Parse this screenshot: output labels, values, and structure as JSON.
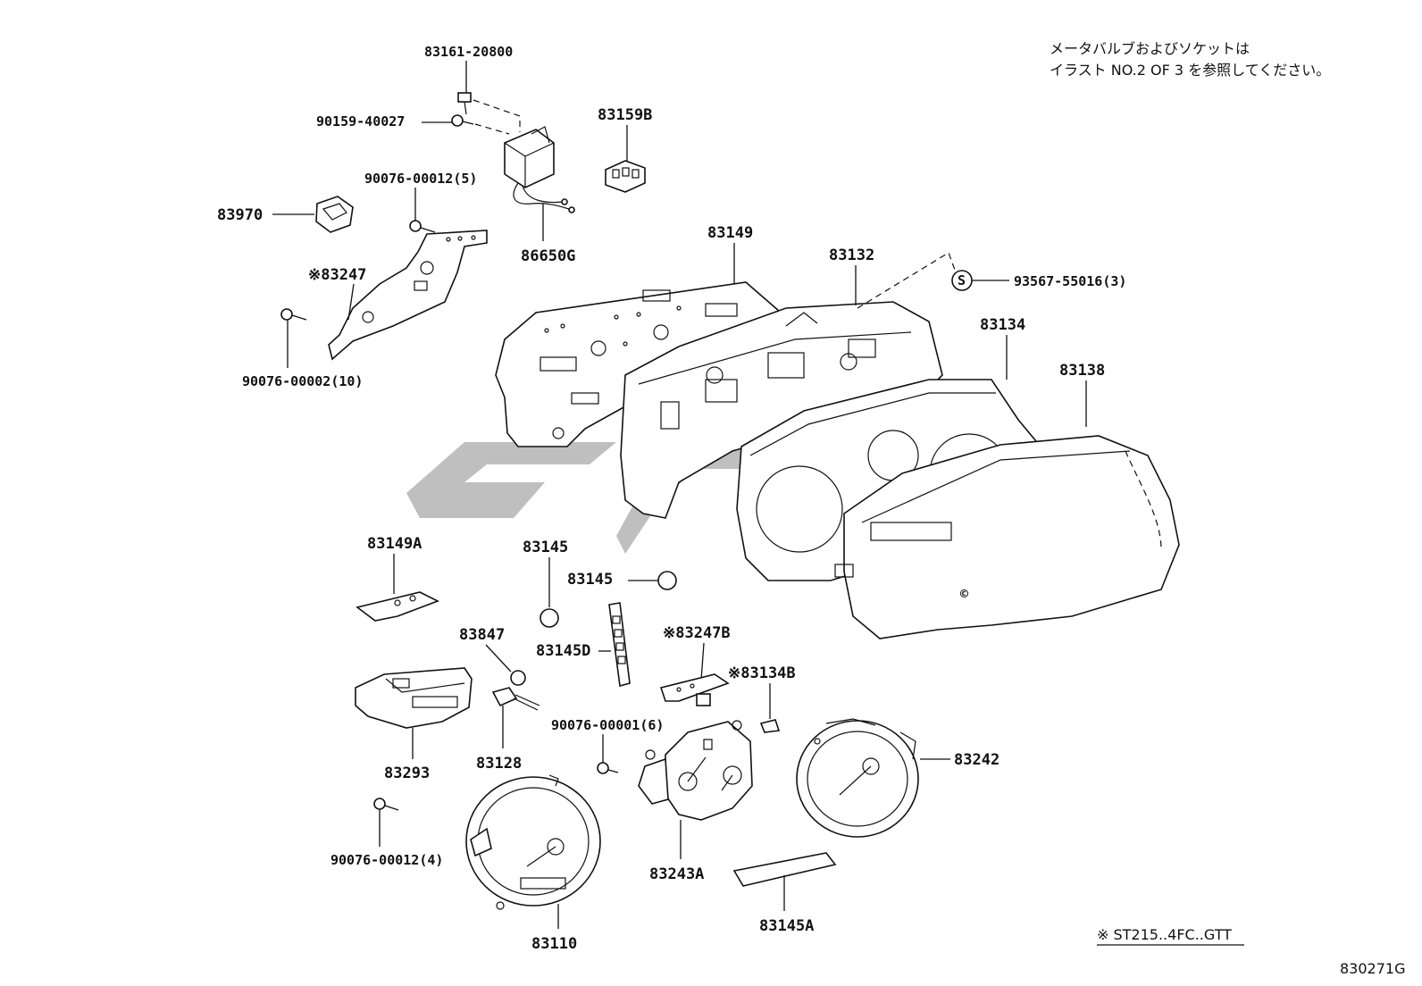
{
  "notes": {
    "jp_line1": "メータバルブおよびソケットは",
    "jp_line2": "イラスト NO.2 OF 3 を参照してください。",
    "footnote": "※ ST215..4FC..GTT",
    "diagram_code": "830271G"
  },
  "watermark": {
    "color": "#b4b4b4"
  },
  "parts": [
    {
      "id": "83161-20800",
      "label": "83161-20800"
    },
    {
      "id": "90159-40027",
      "label": "90159-40027"
    },
    {
      "id": "83159B",
      "label": "83159B"
    },
    {
      "id": "90076-00012-5",
      "label": "90076-00012(5)"
    },
    {
      "id": "83970",
      "label": "83970"
    },
    {
      "id": "86650G",
      "label": "86650G"
    },
    {
      "id": "83247",
      "label": "※83247"
    },
    {
      "id": "90076-00002",
      "label": "90076-00002(10)"
    },
    {
      "id": "83149",
      "label": "83149"
    },
    {
      "id": "83132",
      "label": "83132"
    },
    {
      "id": "93567-55016",
      "label": "93567-55016(3)"
    },
    {
      "id": "93567-symbol",
      "label": "S"
    },
    {
      "id": "83134",
      "label": "83134"
    },
    {
      "id": "83138",
      "label": "83138"
    },
    {
      "id": "83149A",
      "label": "83149A"
    },
    {
      "id": "83145-a",
      "label": "83145"
    },
    {
      "id": "83145-b",
      "label": "83145"
    },
    {
      "id": "83847",
      "label": "83847"
    },
    {
      "id": "83145D",
      "label": "83145D"
    },
    {
      "id": "83247B",
      "label": "※83247B"
    },
    {
      "id": "83134B",
      "label": "※83134B"
    },
    {
      "id": "83293",
      "label": "83293"
    },
    {
      "id": "83128",
      "label": "83128"
    },
    {
      "id": "90076-00001",
      "label": "90076-00001(6)"
    },
    {
      "id": "83242",
      "label": "83242"
    },
    {
      "id": "90076-00012-4",
      "label": "90076-00012(4)"
    },
    {
      "id": "83243A",
      "label": "83243A"
    },
    {
      "id": "83110",
      "label": "83110"
    },
    {
      "id": "83145A",
      "label": "83145A"
    }
  ]
}
